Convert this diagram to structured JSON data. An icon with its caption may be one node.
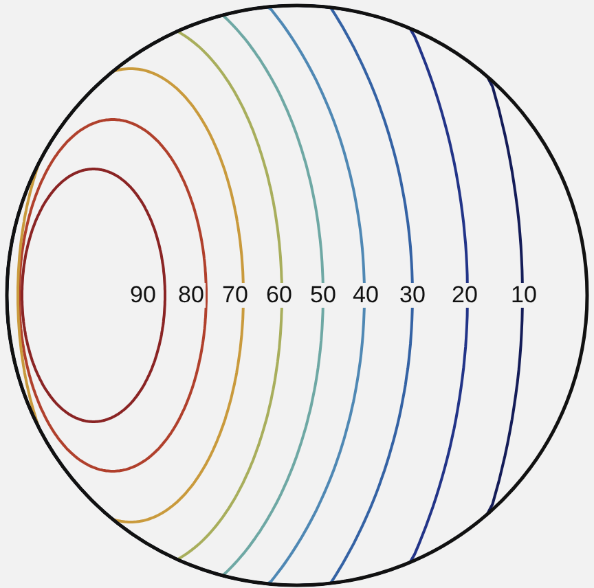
{
  "diagram": {
    "labels": [
      "90",
      "80",
      "70",
      "60",
      "50",
      "40",
      "30",
      "20",
      "10"
    ]
  }
}
